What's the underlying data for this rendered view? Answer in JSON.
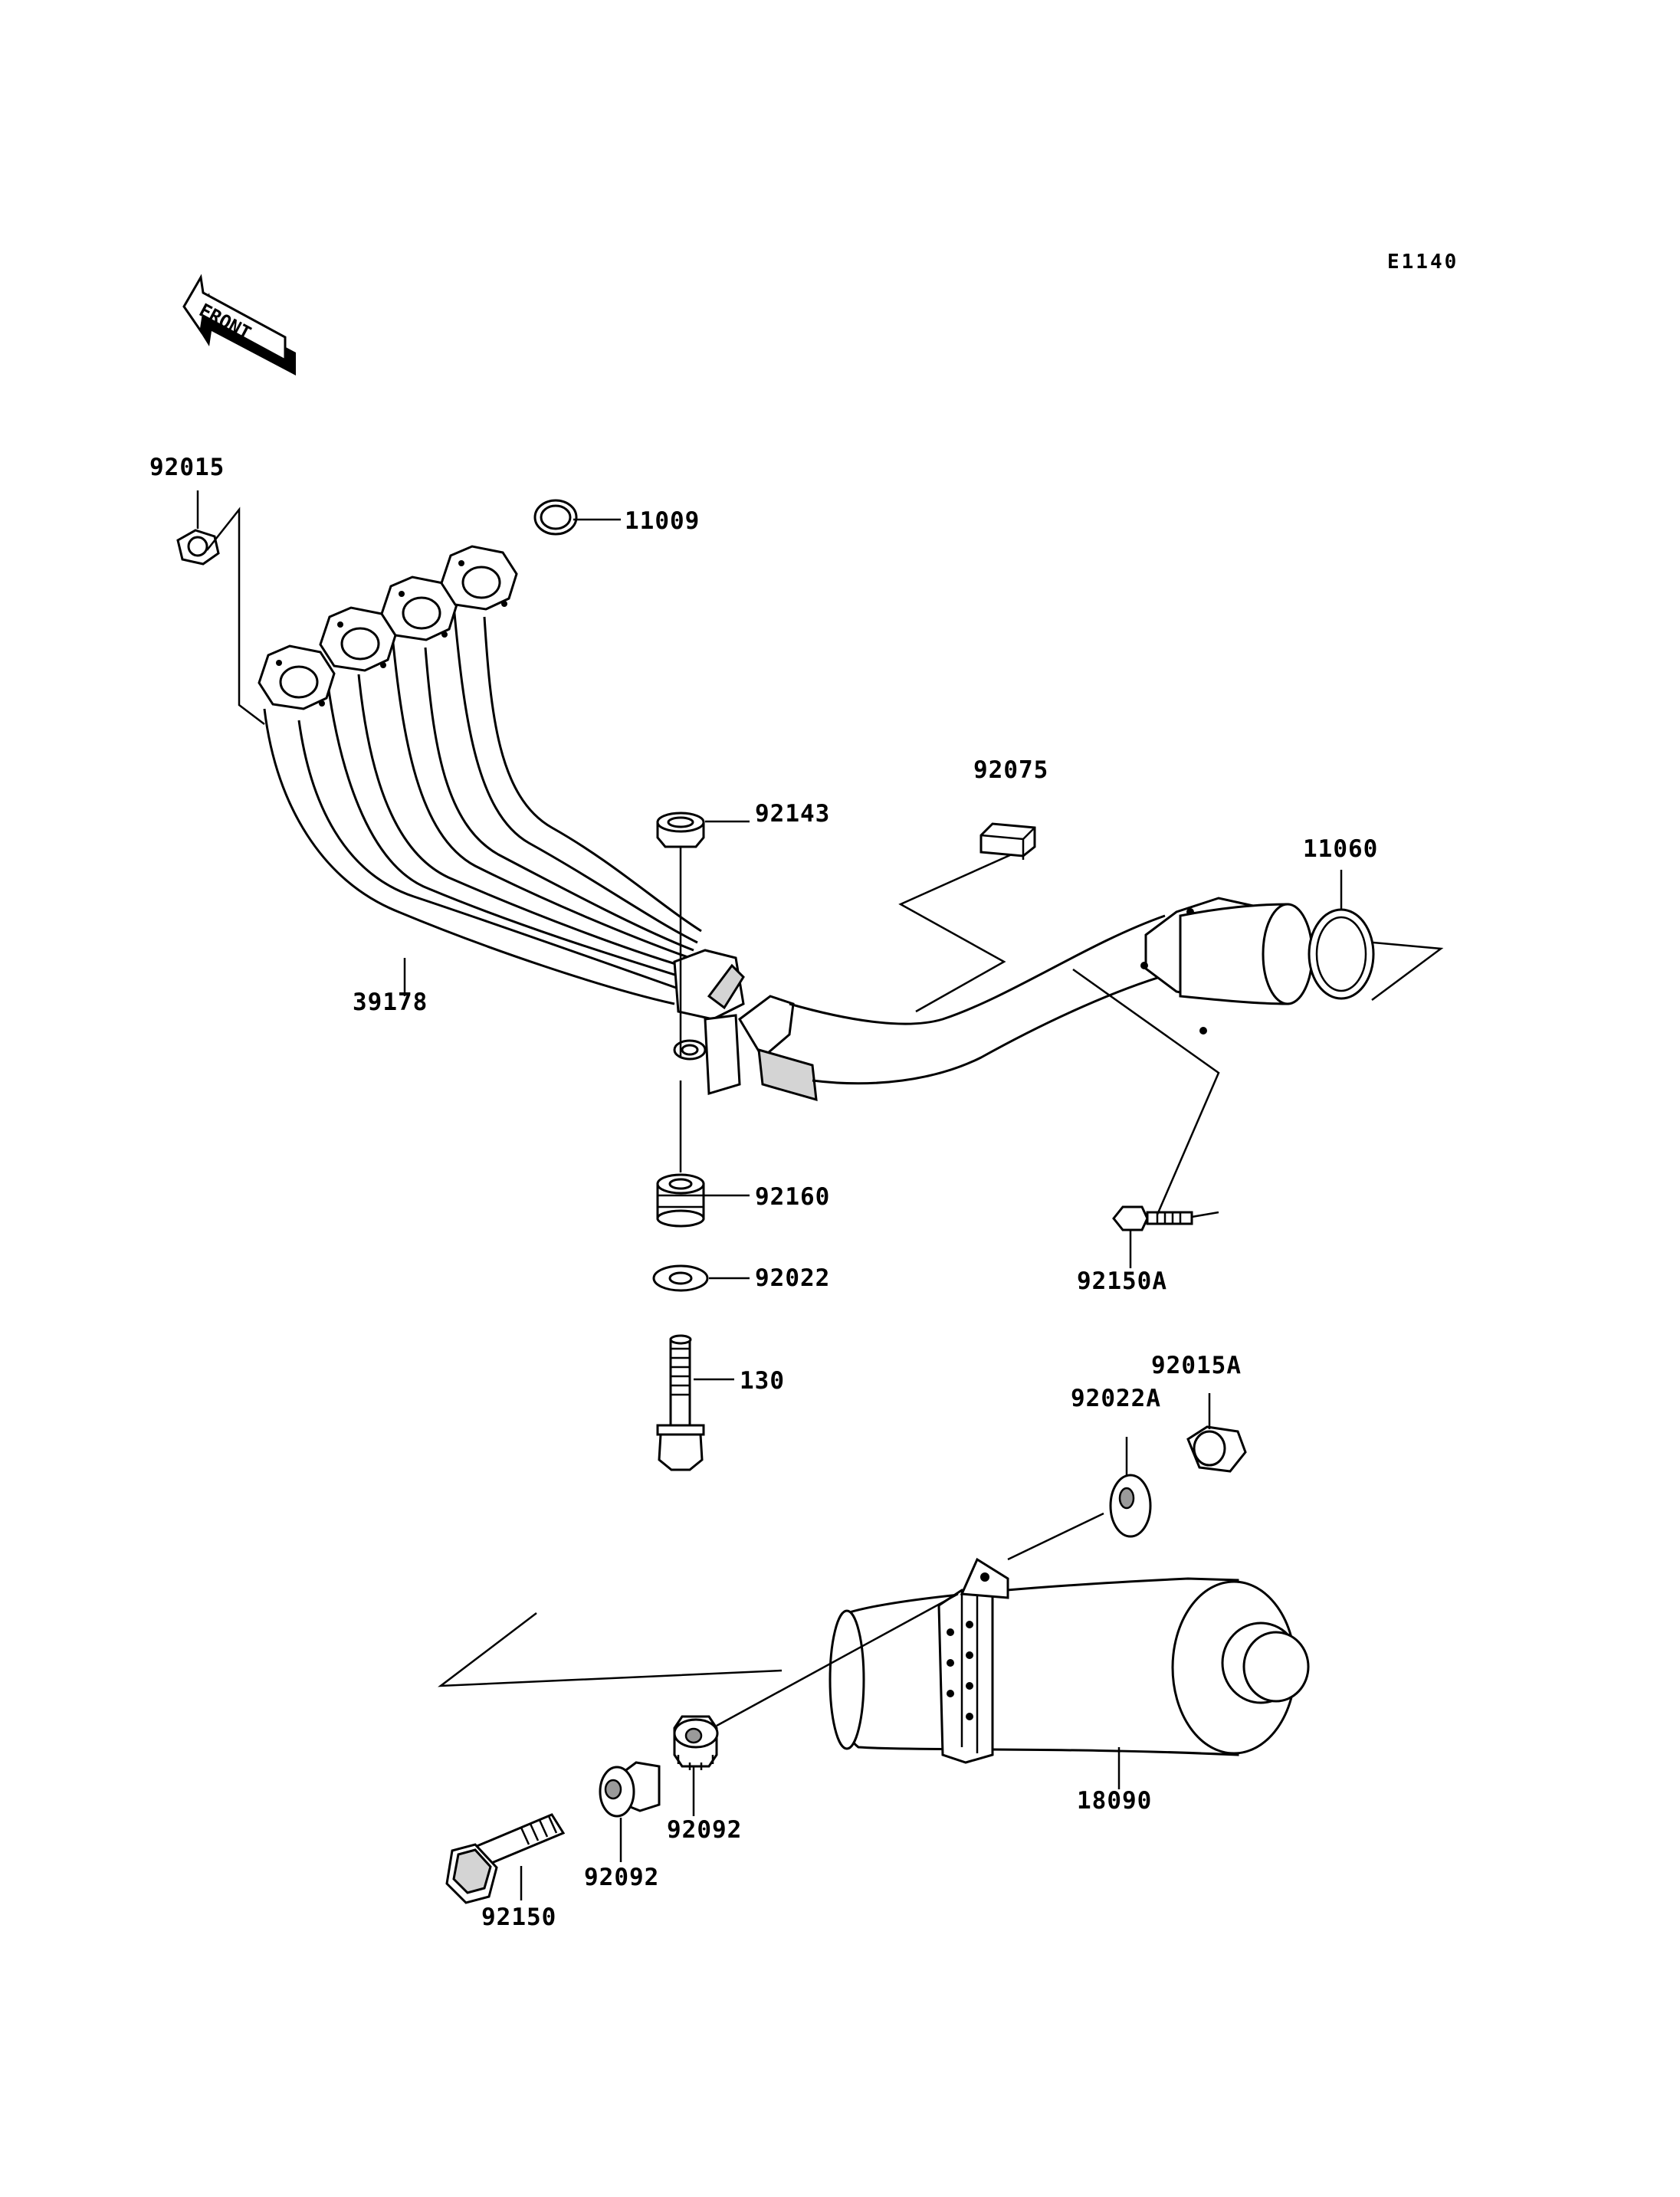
{
  "diagram_code": "E1140",
  "front_indicator": "FRONT",
  "parts": [
    {
      "id": "p92015",
      "number": "92015"
    },
    {
      "id": "p11009",
      "number": "11009"
    },
    {
      "id": "p92075",
      "number": "92075"
    },
    {
      "id": "p92143",
      "number": "92143"
    },
    {
      "id": "p11060",
      "number": "11060"
    },
    {
      "id": "p39178",
      "number": "39178"
    },
    {
      "id": "p92160",
      "number": "92160"
    },
    {
      "id": "p92150A",
      "number": "92150A"
    },
    {
      "id": "p92022",
      "number": "92022"
    },
    {
      "id": "p92015A",
      "number": "92015A"
    },
    {
      "id": "p130",
      "number": "130"
    },
    {
      "id": "p92022A",
      "number": "92022A"
    },
    {
      "id": "p92092a",
      "number": "92092"
    },
    {
      "id": "p18090",
      "number": "18090"
    },
    {
      "id": "p92092b",
      "number": "92092"
    },
    {
      "id": "p92150",
      "number": "92150"
    }
  ]
}
